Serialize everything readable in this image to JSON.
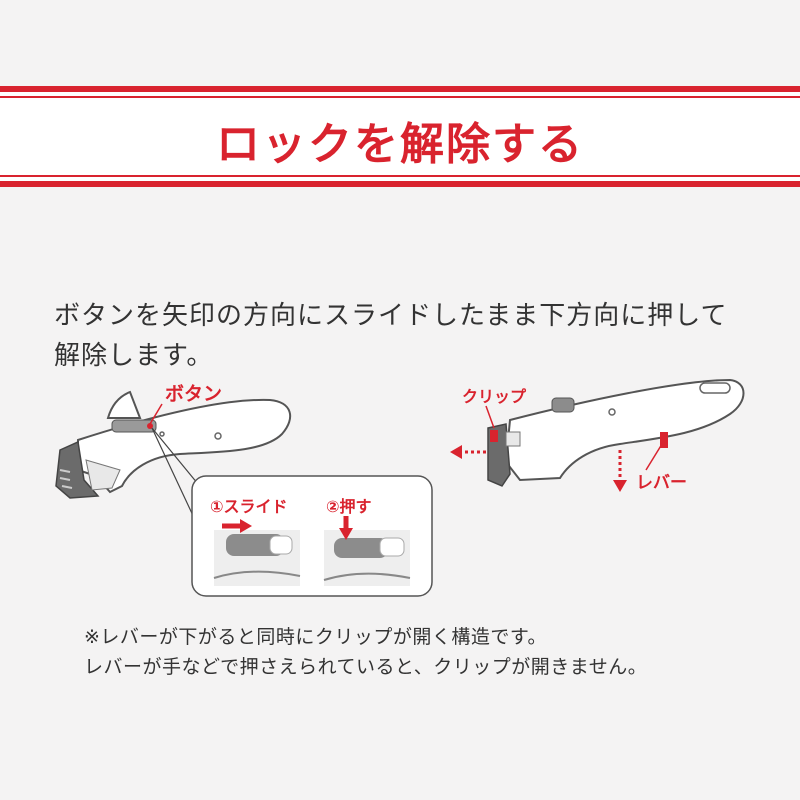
{
  "header": {
    "title": "ロックを解除する"
  },
  "instruction": {
    "line1": "ボタンを矢印の方向にスライドしたまま下方向に押して",
    "line2": "解除します。"
  },
  "figure_left": {
    "button_label": "ボタン",
    "step1_label": "①スライド",
    "step2_label": "②押す"
  },
  "figure_right": {
    "clip_label": "クリップ",
    "lever_label": "レバー"
  },
  "notes": {
    "line1": "※レバーが下がると同時にクリップが開く構造です。",
    "line2": "レバーが手などで押さえられていると、クリップが開きません。"
  },
  "colors": {
    "accent": "#d9232e",
    "text": "#333333",
    "background": "#f4f3f3"
  }
}
